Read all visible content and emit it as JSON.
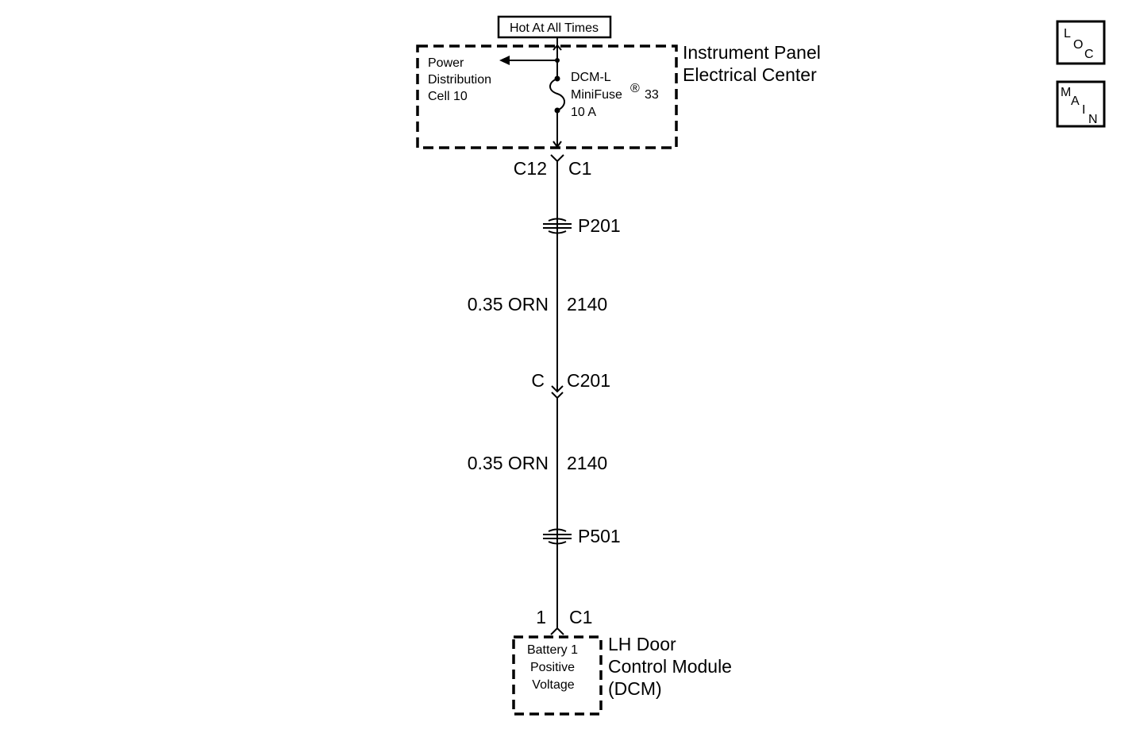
{
  "source": {
    "label": "Hot At All Times"
  },
  "ipec": {
    "title_line1": "Instrument Panel",
    "title_line2": "Electrical Center",
    "pdc_line1": "Power",
    "pdc_line2": "Distribution",
    "pdc_line3": "Cell 10",
    "fuse_name": "DCM-L",
    "fuse_type": "MiniFuse",
    "fuse_symbol": "®",
    "fuse_number": "33",
    "fuse_rating": "10 A"
  },
  "connectors": {
    "ipec_pin": "C12",
    "ipec_conn": "C1",
    "p201": "P201",
    "c201_pin": "C",
    "c201_conn": "C201",
    "p501": "P501",
    "dcm_pin": "1",
    "dcm_conn": "C1"
  },
  "wires": [
    {
      "size_color": "0.35 ORN",
      "circuit": "2140"
    },
    {
      "size_color": "0.35 ORN",
      "circuit": "2140"
    }
  ],
  "dcm": {
    "title_line1": "LH Door",
    "title_line2": "Control Module",
    "title_line3": "(DCM)",
    "inner_line1": "Battery 1",
    "inner_line2": "Positive",
    "inner_line3": "Voltage"
  },
  "nav": {
    "loc_l": "L",
    "loc_o": "O",
    "loc_c": "C",
    "main_m": "M",
    "main_a": "A",
    "main_i": "I",
    "main_n": "N"
  }
}
